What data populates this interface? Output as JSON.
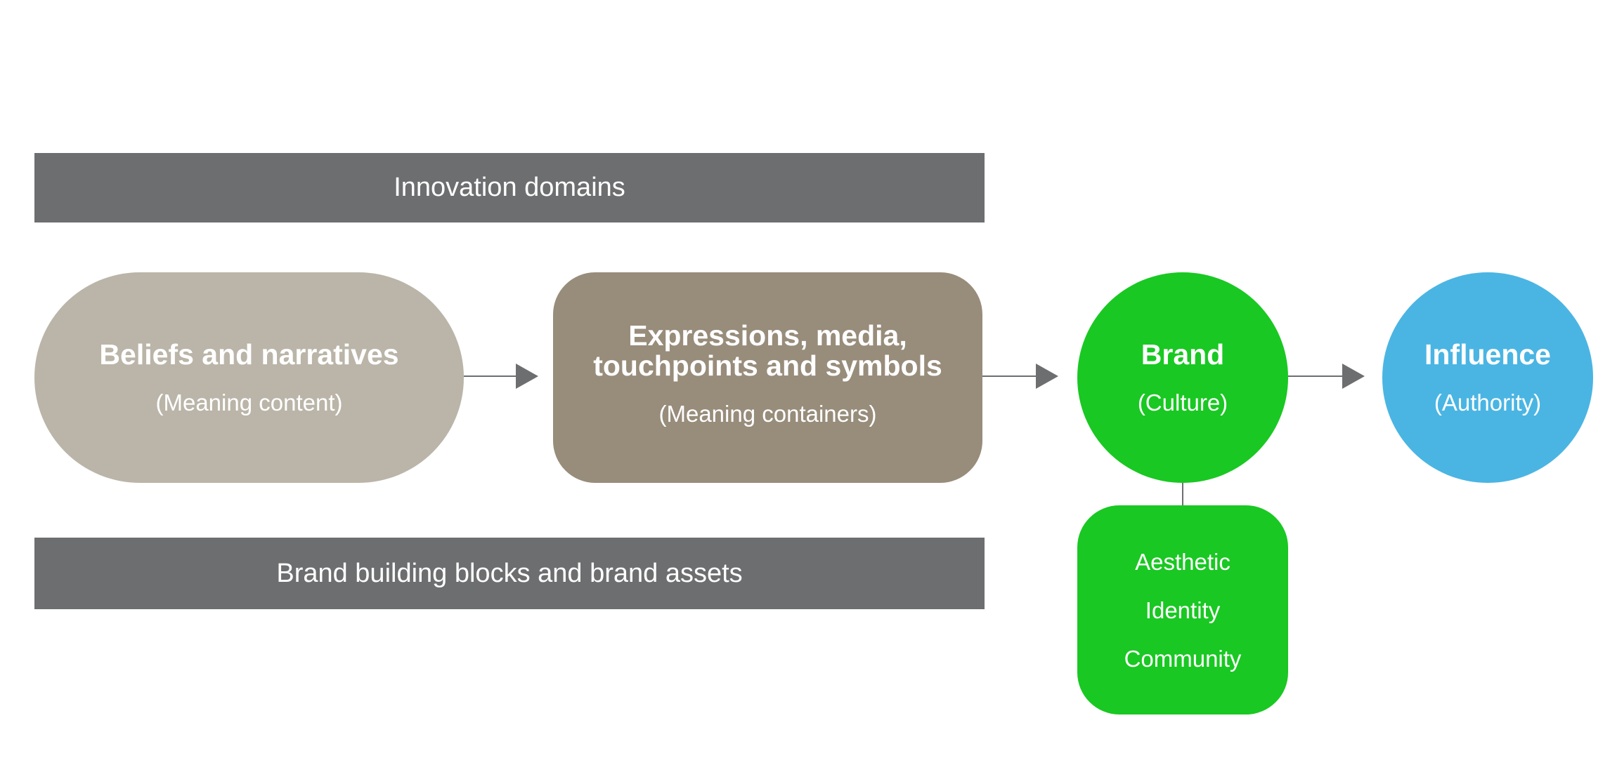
{
  "diagram": {
    "top_band": "Innovation domains",
    "bottom_band": "Brand building blocks and brand assets",
    "nodes": {
      "beliefs": {
        "title": "Beliefs and narratives",
        "subtitle": "(Meaning content)"
      },
      "expressions": {
        "title_line1": "Expressions, media,",
        "title_line2": "touchpoints and symbols",
        "subtitle": "(Meaning containers)"
      },
      "brand": {
        "title": "Brand",
        "subtitle": "(Culture)"
      },
      "influence": {
        "title": "Influence",
        "subtitle": "(Authority)"
      },
      "brand_attributes": [
        "Aesthetic",
        "Identity",
        "Community"
      ]
    },
    "colors": {
      "band": "#6d6e70",
      "beliefs": "#bab5a8",
      "expressions": "#988c7b",
      "brand": "#19c822",
      "influence": "#4ab5e3",
      "arrow": "#6d6e70"
    }
  }
}
